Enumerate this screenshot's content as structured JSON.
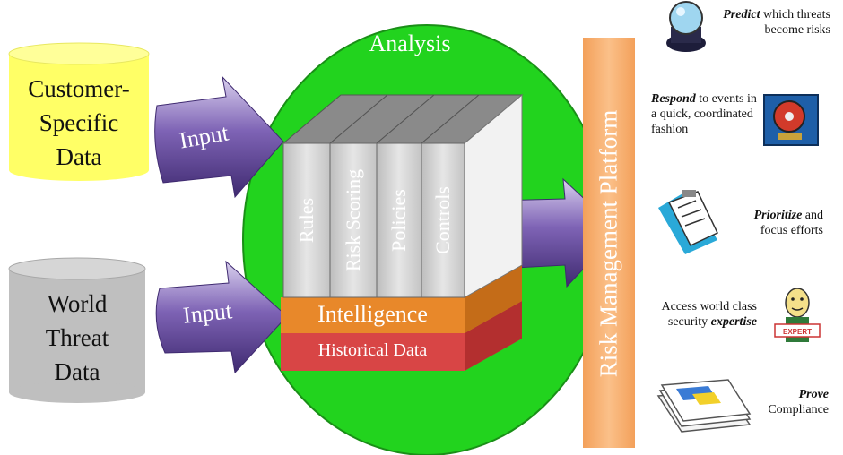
{
  "title": "Analysis",
  "sources": {
    "customer": "Customer-Specific Data",
    "world": "World Threat Data"
  },
  "arrows": {
    "input_top": "Input",
    "input_bottom": "Input"
  },
  "book_spines": [
    "Rules",
    "Risk Scoring",
    "Policies",
    "Controls"
  ],
  "layers": {
    "intelligence": "Intelligence",
    "historical": "Historical Data"
  },
  "platform": "Risk Management Platform",
  "benefits": [
    {
      "emph": "Predict",
      "rest": " which threats become risks",
      "icon": "crystal-ball-icon"
    },
    {
      "emph": "Respond",
      "rest": " to events in a quick, coordinated fashion",
      "icon": "alarm-bell-icon"
    },
    {
      "emph": "Prioritize",
      "rest": " and focus efforts",
      "icon": "clipboard-checklist-icon"
    },
    {
      "pre": "Access world class security ",
      "emph": "expertise",
      "icon": "expert-person-icon"
    },
    {
      "emph": "Prove",
      "rest": " Compliance",
      "icon": "documents-stack-icon"
    }
  ],
  "colors": {
    "circle": "#22d31e",
    "customer_db": "#ffff66",
    "world_db": "#bfbfbf",
    "arrow": "#6b4fa0",
    "platform": "#f6a35a",
    "intelligence": "#e8882a",
    "historical": "#d84545",
    "book": "#d9d9d9"
  }
}
